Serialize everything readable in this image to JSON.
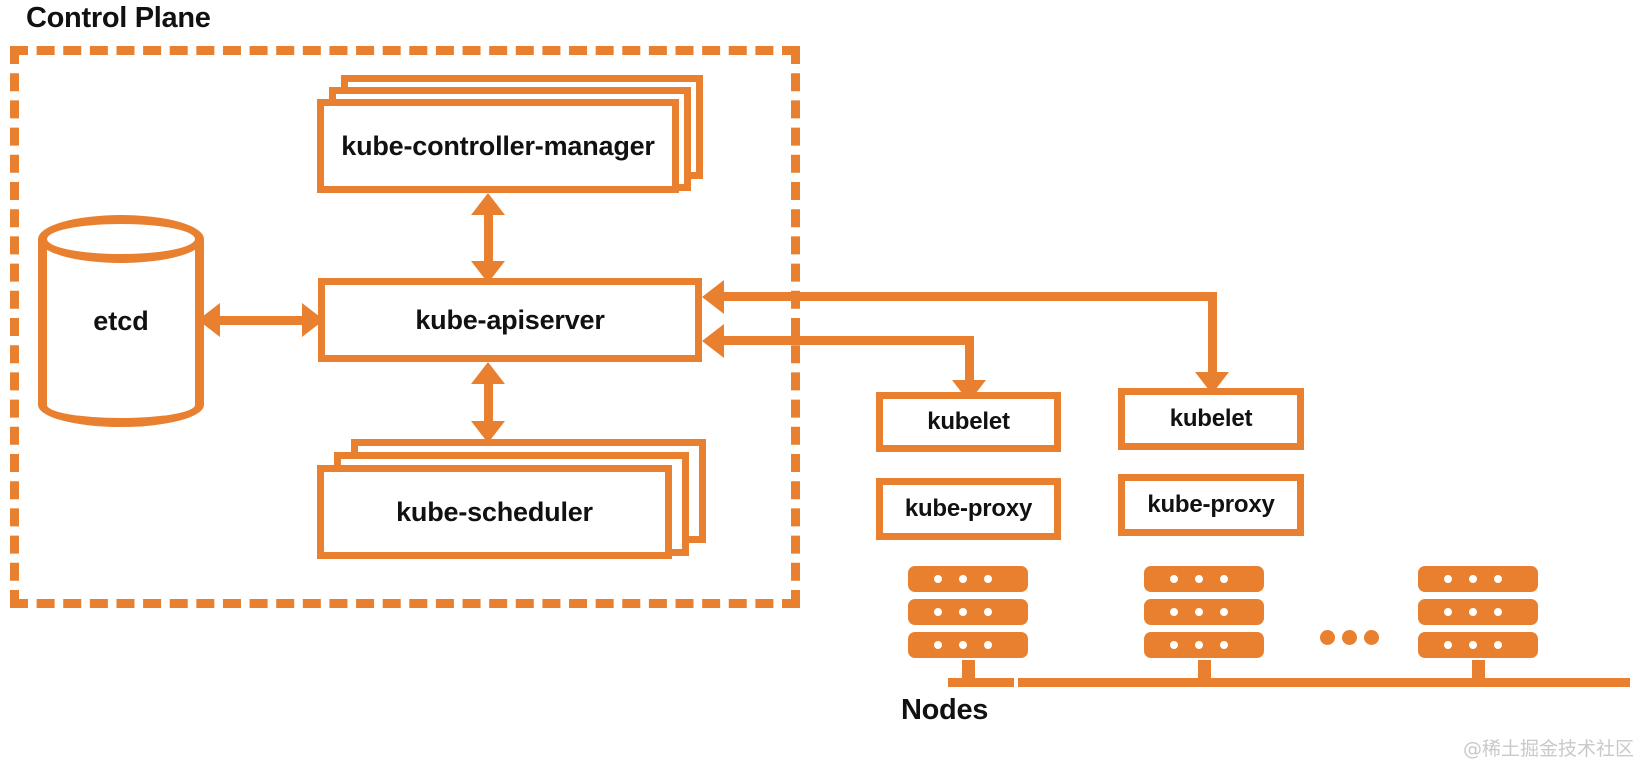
{
  "diagram": {
    "title_visible": false,
    "accent_color": "#E8802F",
    "text_color": "#111111",
    "background": "#ffffff"
  },
  "control_plane": {
    "label": "Control Plane",
    "components": {
      "controller_manager": "kube-controller-manager",
      "apiserver": "kube-apiserver",
      "scheduler": "kube-scheduler",
      "etcd": "etcd"
    }
  },
  "nodes": {
    "label": "Nodes",
    "ellipsis": "...",
    "items": [
      {
        "kubelet": "kubelet",
        "kube_proxy": "kube-proxy"
      },
      {
        "kubelet": "kubelet",
        "kube_proxy": "kube-proxy"
      }
    ]
  },
  "watermark": "@稀土掘金技术社区"
}
